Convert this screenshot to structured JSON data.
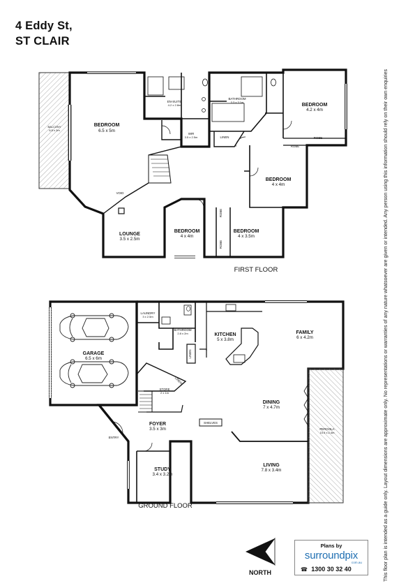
{
  "header": {
    "address_line1": "4 Eddy St,",
    "address_line2": "ST CLAIR"
  },
  "first_floor": {
    "label": "FIRST FLOOR",
    "rooms": [
      {
        "name": "BALCONY",
        "dims": "6.5 x 2m"
      },
      {
        "name": "BEDROOM",
        "dims": "6.5 x 5m"
      },
      {
        "name": "EN-SUITE",
        "dims": "4.2 x 2.8m"
      },
      {
        "name": "WIR",
        "dims": "3.5 x 2.5m"
      },
      {
        "name": "BATHROOM",
        "dims": "3.3 x 3.1m"
      },
      {
        "name": "LINEN",
        "dims": ""
      },
      {
        "name": "BEDROOM",
        "dims": "4.2 x 4m"
      },
      {
        "name": "ROBE",
        "dims": ""
      },
      {
        "name": "ROBE",
        "dims": ""
      },
      {
        "name": "BEDROOM",
        "dims": "4 x 4m"
      },
      {
        "name": "VOID",
        "dims": ""
      },
      {
        "name": "LOUNGE",
        "dims": "3.5 x 2.5m"
      },
      {
        "name": "BEDROOM",
        "dims": "4 x 4m"
      },
      {
        "name": "BEDROOM",
        "dims": "4 x 3.5m"
      },
      {
        "name": "ROBE",
        "dims": ""
      },
      {
        "name": "ROBE",
        "dims": ""
      }
    ]
  },
  "ground_floor": {
    "label": "GROUND FLOOR",
    "rooms": [
      {
        "name": "GARAGE",
        "dims": "6.5 x 6m"
      },
      {
        "name": "LAUNDRY",
        "dims": "3 x 2.5m"
      },
      {
        "name": "BATHROOM",
        "dims": "2.8 x 2m"
      },
      {
        "name": "KITCHEN",
        "dims": "5 x 3.8m"
      },
      {
        "name": "FAMILY",
        "dims": "6 x 4.2m"
      },
      {
        "name": "LINEN",
        "dims": ""
      },
      {
        "name": "LINEN",
        "dims": ""
      },
      {
        "name": "STORE",
        "dims": "2 x 1m"
      },
      {
        "name": "DINING",
        "dims": "7 x 4.7m"
      },
      {
        "name": "PERGOLA",
        "dims": "10.5 x 2.4m"
      },
      {
        "name": "FOYER",
        "dims": "3.5 x 3m"
      },
      {
        "name": "SHELVES",
        "dims": ""
      },
      {
        "name": "ENTRY",
        "dims": ""
      },
      {
        "name": "STUDY",
        "dims": "3.4 x 3.2m"
      },
      {
        "name": "LIVING",
        "dims": "7.8 x 3.4m"
      }
    ]
  },
  "compass": {
    "label": "NORTH"
  },
  "logo": {
    "heading": "Plans by",
    "brand": "surroundpix",
    "domain": "com.au",
    "phone": "1300 30 32 40"
  },
  "disclaimer": "This floor plan is intended as a guide only. Layout dimensions are approximate only. No representations or warranties of any nature whatsoever are given or intended. Any person using this information should rely on their own enquiries"
}
